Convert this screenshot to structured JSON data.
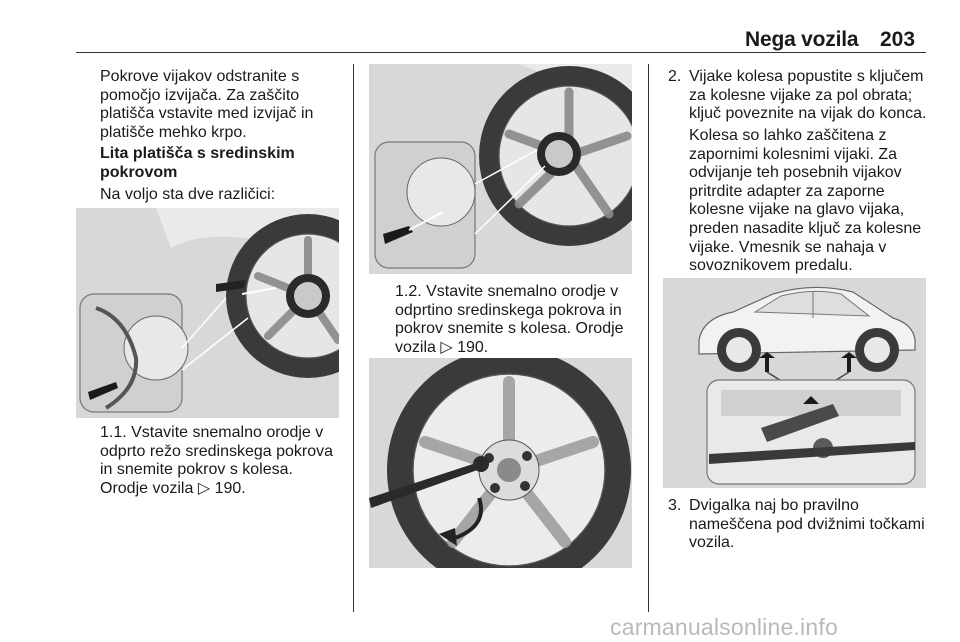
{
  "header": {
    "title": "Nega vozila",
    "page_number": "203"
  },
  "col1": {
    "intro": [
      "Pokrove vijakov odstranite s",
      "pomočjo izvijača. Za zaščito",
      "platišča vstavite med izvijač in",
      "platišče mehko krpo."
    ],
    "heading": [
      "Lita platišča s sredinskim",
      "pokrovom"
    ],
    "variants": "Na voljo sta dve različici:",
    "caption": [
      "1.1. Vstavite snemalno orodje v",
      "odprto režo sredinskega pokrova",
      "in snemite pokrov s kolesa.",
      "Orodje vozila ▷ 190."
    ]
  },
  "col2": {
    "caption": [
      "1.2. Vstavite snemalno orodje v",
      "odprtino sredinskega pokrova in",
      "pokrov snemite s kolesa. Orodje",
      "vozila ▷ 190."
    ]
  },
  "col3": {
    "step2_num": "2.",
    "step2": [
      "Vijake kolesa popustite s ključem",
      "za kolesne vijake za pol obrata;",
      "ključ poveznite na vijak do konca."
    ],
    "step2_note": [
      "Kolesa so lahko zaščitena z",
      "zapornimi kolesnimi vijaki. Za",
      "odvijanje teh posebnih vijakov",
      "pritrdite adapter za zaporne",
      "kolesne vijake na glavo vijaka,",
      "preden nasadite ključ za kolesne",
      "vijake. Vmesnik se nahaja v",
      "sovoznikovem predalu."
    ],
    "step3_num": "3.",
    "step3": [
      "Dvigalka naj bo pravilno",
      "nameščena pod dvižnimi točkami",
      "vozila."
    ]
  },
  "watermark": "carmanualsonline.info"
}
